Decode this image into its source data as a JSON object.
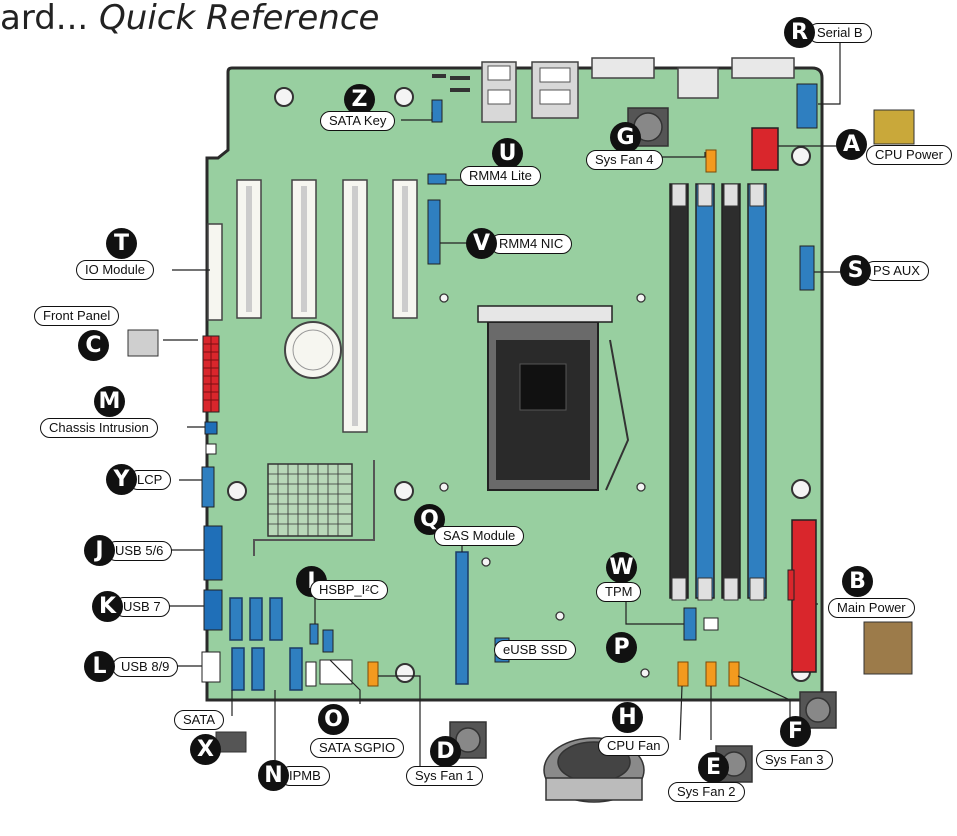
{
  "title": {
    "lead": "ard... ",
    "emph": "Quick Reference"
  },
  "callouts": [
    {
      "id": "R",
      "letter": "R",
      "label": "Serial B"
    },
    {
      "id": "A",
      "letter": "A",
      "label": "CPU Power"
    },
    {
      "id": "G",
      "letter": "G",
      "label": "Sys Fan 4"
    },
    {
      "id": "Z",
      "letter": "Z",
      "label": "SATA Key"
    },
    {
      "id": "U",
      "letter": "U",
      "label": "RMM4 Lite"
    },
    {
      "id": "V",
      "letter": "V",
      "label": "RMM4 NIC"
    },
    {
      "id": "T",
      "letter": "T",
      "label": "IO Module"
    },
    {
      "id": "S",
      "letter": "S",
      "label": "PS AUX"
    },
    {
      "id": "C",
      "letter": "C",
      "label": "Front Panel"
    },
    {
      "id": "M",
      "letter": "M",
      "label": "Chassis Intrusion"
    },
    {
      "id": "Y",
      "letter": "Y",
      "label": "LCP"
    },
    {
      "id": "Q",
      "letter": "Q",
      "label": "SAS Module"
    },
    {
      "id": "J",
      "letter": "J",
      "label": "USB 5/6"
    },
    {
      "id": "W",
      "letter": "W",
      "label": "TPM"
    },
    {
      "id": "B",
      "letter": "B",
      "label": "Main Power"
    },
    {
      "id": "I",
      "letter": "I",
      "label": "HSBP_I²C"
    },
    {
      "id": "K",
      "letter": "K",
      "label": "USB 7"
    },
    {
      "id": "P",
      "letter": "P",
      "label": "eUSB SSD"
    },
    {
      "id": "L",
      "letter": "L",
      "label": "USB 8/9"
    },
    {
      "id": "F",
      "letter": "F",
      "label": "Sys Fan 3"
    },
    {
      "id": "H",
      "letter": "H",
      "label": "CPU Fan"
    },
    {
      "id": "X",
      "letter": "X",
      "label": "SATA"
    },
    {
      "id": "O",
      "letter": "O",
      "label": "SATA SGPIO"
    },
    {
      "id": "D",
      "letter": "D",
      "label": "Sys Fan 1"
    },
    {
      "id": "E",
      "letter": "E",
      "label": "Sys Fan 2"
    },
    {
      "id": "N",
      "letter": "N",
      "label": "IPMB"
    }
  ],
  "colors": {
    "board": "#98cfa0",
    "board_edge": "#2a2a2a",
    "dimm_black": "#2d2d2d",
    "dimm_blue": "#2f7fc0",
    "connector_blue": "#1f6fb8",
    "power_red": "#d9262c",
    "fan_orange": "#f39a1e",
    "pcie_white": "#f6f6f0"
  }
}
